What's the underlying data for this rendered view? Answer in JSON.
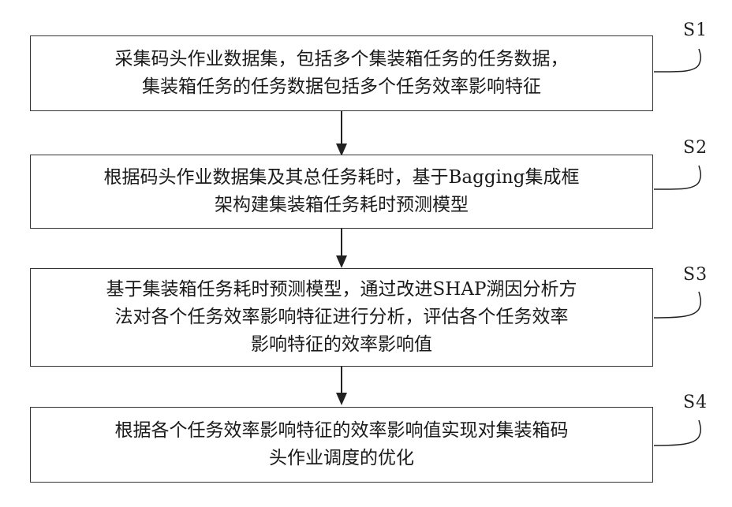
{
  "steps": [
    {
      "label": "S1",
      "lines": [
        "采集码头作业数据集，包括多个集装箱任务的任务数据，",
        "集装箱任务的任务数据包括多个任务效率影响特征"
      ]
    },
    {
      "label": "S2",
      "lines": [
        "根据码头作业数据集及其总任务耗时，基于Bagging集成框",
        "架构建集装箱任务耗时预测模型"
      ]
    },
    {
      "label": "S3",
      "lines": [
        "基于集装箱任务耗时预测模型，通过改进SHAP溯因分析方",
        "法对各个任务效率影响特征进行分析，评估各个任务效率",
        "影响特征的效率影响值"
      ]
    },
    {
      "label": "S4",
      "lines": [
        "根据各个任务效率影响特征的效率影响值实现对集装箱码",
        "头作业调度的优化"
      ]
    }
  ]
}
